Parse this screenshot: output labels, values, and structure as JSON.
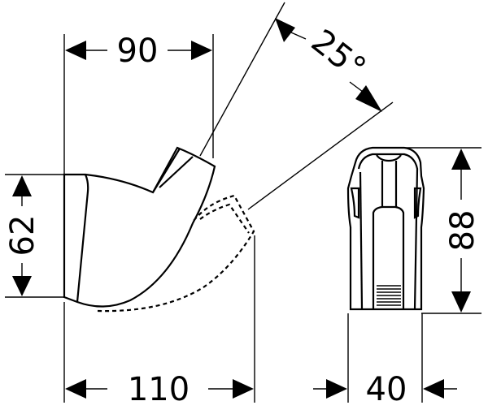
{
  "dimensions": {
    "top_width": "90",
    "angle": "25°",
    "height_left": "62",
    "bottom_width": "110",
    "height_right": "88",
    "depth": "40"
  }
}
